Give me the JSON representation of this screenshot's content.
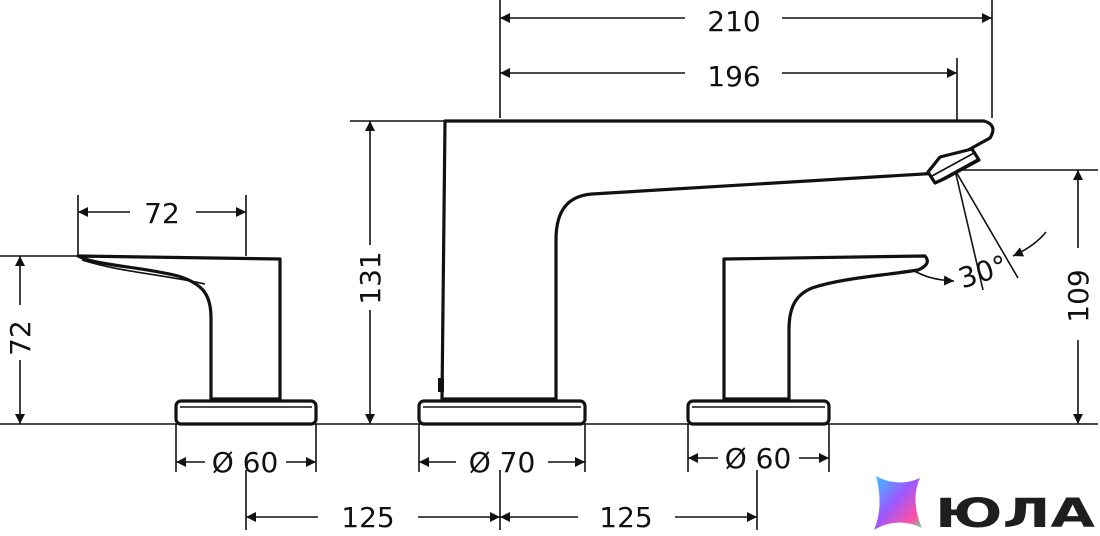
{
  "dimensions": {
    "total_length": "210",
    "spout_reach": "196",
    "spout_height": "131",
    "aerator_height": "109",
    "aerator_angle": "30°",
    "handle_width": "72",
    "handle_height": "72",
    "diameter_left": "Ø 60",
    "diameter_center": "Ø 70",
    "diameter_right": "Ø 60",
    "spacing_left": "125",
    "spacing_right": "125"
  },
  "logo": {
    "text": "ЮЛА",
    "colors": [
      "#9b59ff",
      "#ff4fa3",
      "#35c6ff",
      "#5ae6a0"
    ]
  },
  "colors": {
    "line": "#111111",
    "background": "#ffffff"
  }
}
